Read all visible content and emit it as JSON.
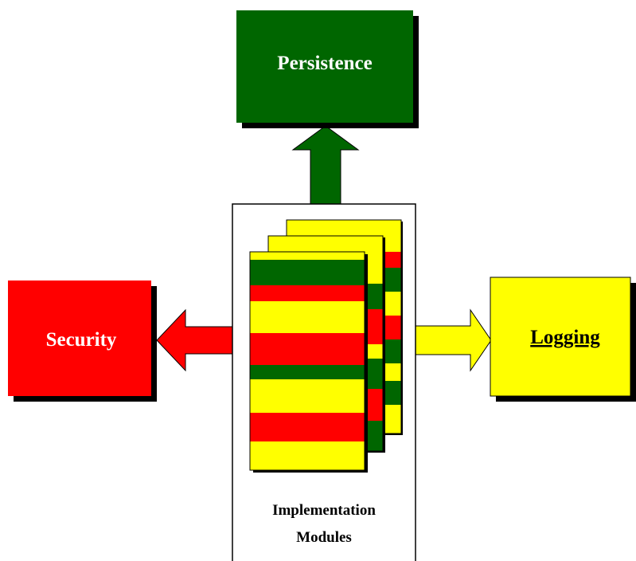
{
  "boxes": {
    "persistence": {
      "label": "Persistence",
      "color": "#006600",
      "text_color": "#ffffff"
    },
    "security": {
      "label": "Security",
      "color": "#ff0000",
      "text_color": "#ffffff"
    },
    "logging": {
      "label": "Logging",
      "color": "#ffff00",
      "text_color": "#000000"
    }
  },
  "modules": {
    "line1": "Implementation",
    "line2": "Modules",
    "stack_colors": [
      "#ffff00",
      "#ff0000",
      "#006600"
    ]
  },
  "colors": {
    "green": "#006600",
    "red": "#ff0000",
    "yellow": "#ffff00",
    "outline": "#000000",
    "shadow": "#000000"
  }
}
